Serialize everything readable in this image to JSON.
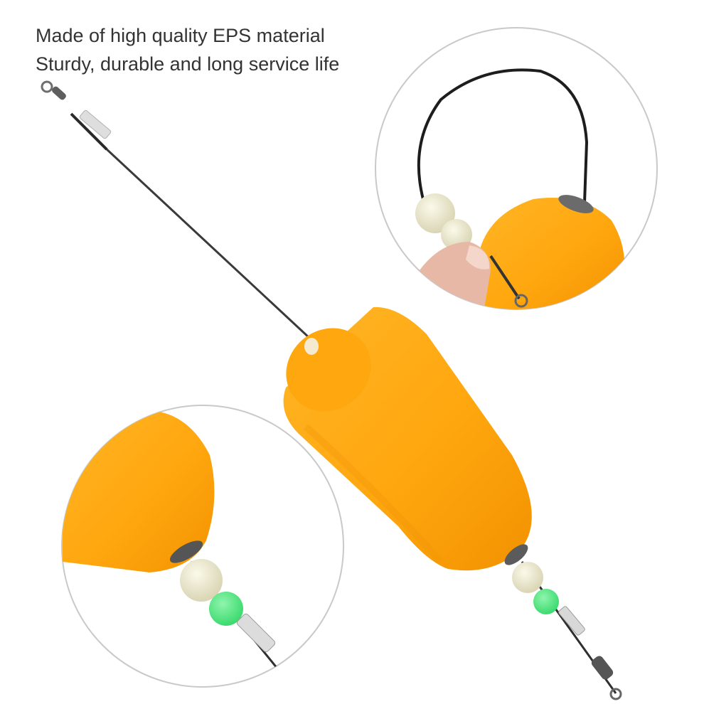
{
  "caption": {
    "line1": "Made of high quality EPS material",
    "line2": "Sturdy, durable and long service life"
  },
  "colors": {
    "float_orange": "#ffa70f",
    "float_shadow": "#f08c00",
    "line": "#333333",
    "bead_glow": "#e6e2c6",
    "bead_green": "#58e884",
    "swivel": "#7a7a7a",
    "inset_border": "#c9c9c9"
  },
  "icons": [
    "fishing-float",
    "swivel",
    "bead",
    "detail-inset",
    "finger"
  ]
}
